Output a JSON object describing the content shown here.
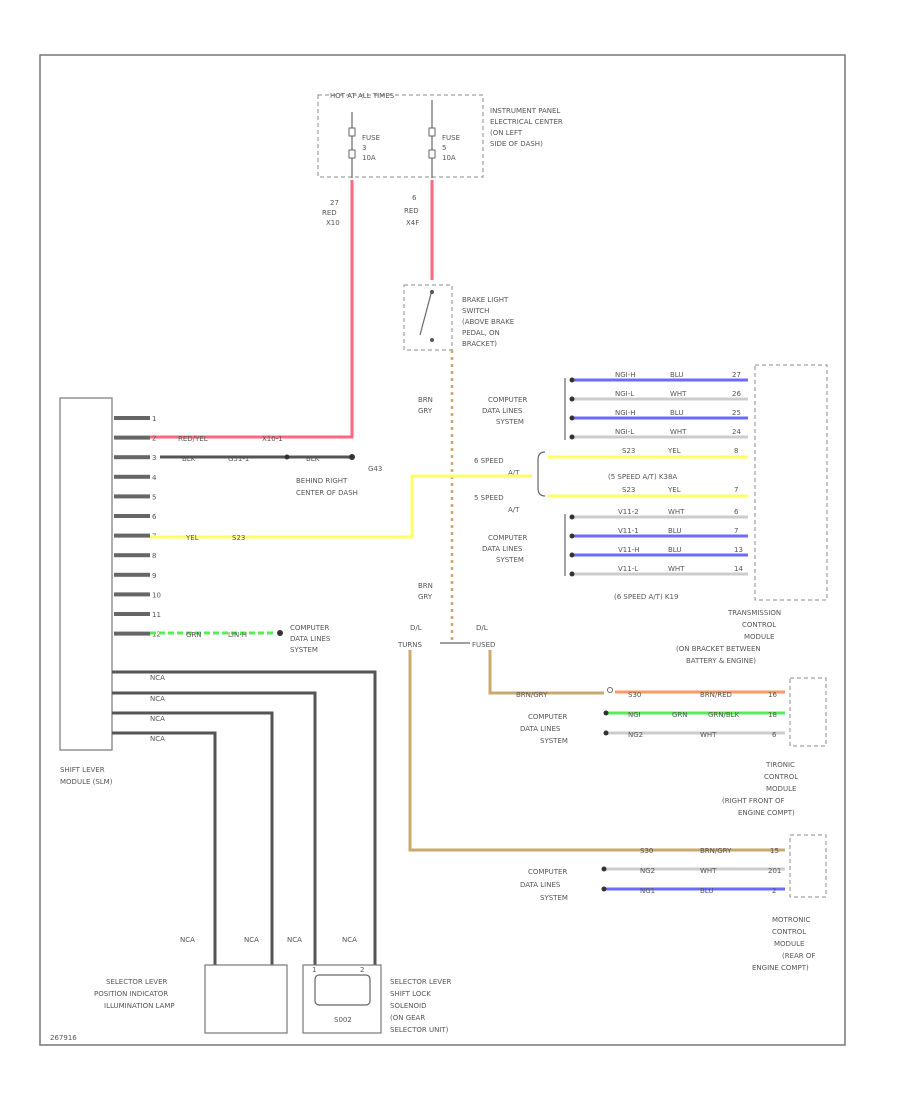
{
  "colors": {
    "red": "#ff6680",
    "yellow": "#ffff66",
    "blue": "#6b6bff",
    "green": "#55ee55",
    "tan": "#c8aa70",
    "dark": "#555555",
    "white_wire": "#cccccc",
    "orange": "#ff9966"
  },
  "fuse_block": {
    "header": "HOT AT ALL TIMES",
    "label_lines": [
      "INSTRUMENT PANEL",
      "ELECTRICAL CENTER",
      "(ON LEFT",
      "SIDE OF DASH)"
    ],
    "fuse1": [
      "FUSE",
      "3",
      "10A"
    ],
    "fuse2": [
      "FUSE",
      "5",
      "10A"
    ]
  },
  "wires_top": {
    "left": [
      "27",
      "RED",
      "X10"
    ],
    "right": [
      "6",
      "RED",
      "X4F"
    ]
  },
  "brake_switch": {
    "label_lines": [
      "BRAKE LIGHT",
      "SWITCH",
      "(ABOVE BRAKE",
      "PEDAL, ON",
      "BRACKET)"
    ]
  },
  "brn_gry_1": [
    "BRN",
    "GRY"
  ],
  "brn_gry_2": [
    "BRN",
    "GRY"
  ],
  "data_lines_tcm_top": {
    "label_lines": [
      "COMPUTER",
      "DATA LINES",
      "SYSTEM"
    ],
    "rows": [
      {
        "code": "NGI-H",
        "color": "BLU",
        "pin": "27"
      },
      {
        "code": "NGI-L",
        "color": "WHT",
        "pin": "26"
      },
      {
        "code": "NGI-H",
        "color": "BLU",
        "pin": "25"
      },
      {
        "code": "NGI-L",
        "color": "WHT",
        "pin": "24"
      }
    ]
  },
  "speed_select": {
    "six": [
      "6 SPEED",
      "A/T"
    ],
    "five": [
      "5 SPEED",
      "A/T"
    ],
    "row1": {
      "code": "S23",
      "color": "YEL",
      "pin": "8"
    },
    "note1": "(5 SPEED A/T) K38A",
    "row2": {
      "code": "S23",
      "color": "YEL",
      "pin": "7"
    }
  },
  "data_lines_tcm_bottom": {
    "label_lines": [
      "COMPUTER",
      "DATA LINES",
      "SYSTEM"
    ],
    "rows": [
      {
        "code": "V11-2",
        "color": "WHT",
        "pin": "6"
      },
      {
        "code": "V11-1",
        "color": "BLU",
        "pin": "7"
      },
      {
        "code": "V11-H",
        "color": "BLU",
        "pin": "13"
      },
      {
        "code": "V11-L",
        "color": "WHT",
        "pin": "14"
      }
    ],
    "note": "(6 SPEED A/T)  K19"
  },
  "tcm_label": [
    "TRANSMISSION",
    "CONTROL",
    "MODULE",
    "(ON BRACKET BETWEEN",
    "BATTERY & ENGINE)"
  ],
  "ground": {
    "label_lines": [
      "G43",
      "BEHIND RIGHT",
      "CENTER OF DASH"
    ],
    "w1": "BLK",
    "w2": "G51-1",
    "w3": "BLK"
  },
  "shift_module": {
    "label_lines": [
      "SHIFT LEVER",
      "MODULE (SLM)"
    ],
    "pins": [
      "1",
      "2",
      "3",
      "4",
      "5",
      "6",
      "7",
      "8",
      "9",
      "10",
      "11",
      "12"
    ],
    "pin1_wire": [
      "RED/YEL",
      "X10-1"
    ],
    "pin7_wire": [
      "YEL",
      "S23"
    ],
    "pin12_wire": [
      "GRN",
      "LIN-H"
    ],
    "pin12_dest": [
      "COMPUTER",
      "DATA LINES",
      "SYSTEM"
    ],
    "nca": [
      "NCA",
      "NCA",
      "NCA",
      "NCA"
    ]
  },
  "turn_lbl": [
    "D/L",
    "TURNS"
  ],
  "fused_lbl": [
    "D/L",
    "FUSED"
  ],
  "ecm": {
    "row_a": {
      "left": "BRN/GRY",
      "code": "S30",
      "color": "BRN/RED",
      "pin": "16"
    },
    "dl_label": [
      "COMPUTER",
      "DATA LINES",
      "SYSTEM"
    ],
    "row_b": {
      "code": "NGI",
      "color": "GRN",
      "extra": "GRN/BLK",
      "pin": "18"
    },
    "row_c": {
      "code": "NG2",
      "color": "WHT",
      "pin": "6"
    },
    "label_lines": [
      "TIRONIC",
      "CONTROL",
      "MODULE",
      "(RIGHT FRONT OF",
      "ENGINE COMPT)"
    ]
  },
  "bottom_module": {
    "row_a": {
      "code": "S30",
      "color": "BRN/GRY",
      "pin": "15"
    },
    "dl_label": [
      "COMPUTER",
      "DATA LINES",
      "SYSTEM"
    ],
    "row_b": {
      "code": "NG2",
      "color": "WHT",
      "pin": "201"
    },
    "row_c": {
      "code": "NG1",
      "color": "BLU",
      "pin": "2"
    },
    "label_lines": [
      "MOTRONIC",
      "CONTROL",
      "MODULE",
      "(REAR OF",
      "ENGINE COMPT)"
    ]
  },
  "lamp": {
    "label_lines": [
      "SELECTOR LEVER",
      "POSITION INDICATOR",
      "ILLUMINATION LAMP"
    ]
  },
  "solenoid": {
    "label_lines": [
      "SELECTOR LEVER",
      "SHIFT LOCK",
      "SOLENOID",
      "(ON GEAR",
      "SELECTOR UNIT)"
    ],
    "inner": "S002",
    "pins": [
      "1",
      "2"
    ]
  },
  "nca_bottom": [
    "NCA",
    "NCA",
    "NCA",
    "NCA"
  ],
  "page_code": "267916"
}
